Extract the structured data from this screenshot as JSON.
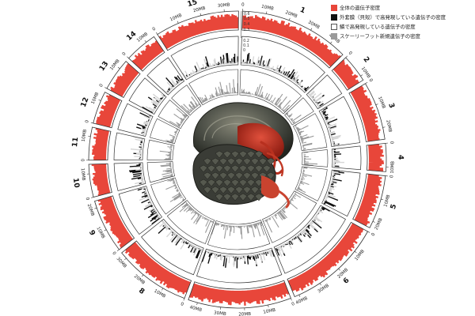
{
  "legend": {
    "items": [
      {
        "label": "全体の遺伝子密度",
        "color": "#e8463a",
        "border": "#e8463a"
      },
      {
        "label": "外套膜（貝殻）で高発現している遺伝子の密度",
        "color": "#111111",
        "border": "#111111"
      },
      {
        "label": "鱗で高発現している遺伝子の密度",
        "color": "#ffffff",
        "border": "#555555"
      },
      {
        "label": "スケーリーフット新規遺伝子の密度",
        "color": "#9a9a9a",
        "border": "#9a9a9a"
      }
    ]
  },
  "colors": {
    "total": "#e8463a",
    "mantle": "#111111",
    "scale": "#d6d6d6",
    "novel": "#9a9a9a",
    "frame": "#333333"
  },
  "center_image": {
    "icon": "scaly-foot-snail-photo"
  },
  "scale_labels": [
    "0.6",
    "0.5",
    "0.4",
    "0.3",
    "0.2",
    "0.1",
    "0"
  ],
  "chart_data": {
    "type": "circos",
    "chromosomes": [
      {
        "name": "1",
        "length_mb": 47,
        "ticks": [
          "0",
          "10MB",
          "20MB",
          "30MB",
          "40MB"
        ]
      },
      {
        "name": "2",
        "length_mb": 12,
        "ticks": [
          "0",
          "10MB"
        ]
      },
      {
        "name": "3",
        "length_mb": 25,
        "ticks": [
          "0",
          "10MB",
          "20MB"
        ]
      },
      {
        "name": "4",
        "length_mb": 12,
        "ticks": [
          "0",
          "10MB"
        ]
      },
      {
        "name": "5",
        "length_mb": 23,
        "ticks": [
          "0",
          "10MB",
          "20MB"
        ]
      },
      {
        "name": "6",
        "length_mb": 42,
        "ticks": [
          "0",
          "10MB",
          "20MB",
          "30MB",
          "40MB"
        ]
      },
      {
        "name": "7",
        "length_mb": 44,
        "ticks": [
          "0",
          "10MB",
          "20MB",
          "30MB",
          "40MB"
        ]
      },
      {
        "name": "8",
        "length_mb": 33,
        "ticks": [
          "0",
          "10MB",
          "20MB",
          "30MB"
        ]
      },
      {
        "name": "9",
        "length_mb": 23,
        "ticks": [
          "0",
          "10MB",
          "20MB"
        ]
      },
      {
        "name": "10",
        "length_mb": 14,
        "ticks": [
          "0",
          "10MB"
        ]
      },
      {
        "name": "11",
        "length_mb": 14,
        "ticks": [
          "0",
          "10MB"
        ]
      },
      {
        "name": "12",
        "length_mb": 14,
        "ticks": [
          "0",
          "10MB"
        ]
      },
      {
        "name": "13",
        "length_mb": 14,
        "ticks": [
          "0",
          "10MB"
        ]
      },
      {
        "name": "14",
        "length_mb": 14,
        "ticks": [
          "0",
          "10MB"
        ]
      },
      {
        "name": "15",
        "length_mb": 36,
        "ticks": [
          "0",
          "10MB",
          "20MB",
          "30MB"
        ]
      }
    ],
    "tracks": [
      "全体の遺伝子密度",
      "外套膜（貝殻）で高発現している遺伝子の密度",
      "鱗で高発現している遺伝子の密度",
      "スケーリーフット新規遺伝子の密度"
    ],
    "value_range": [
      0,
      0.6
    ]
  }
}
